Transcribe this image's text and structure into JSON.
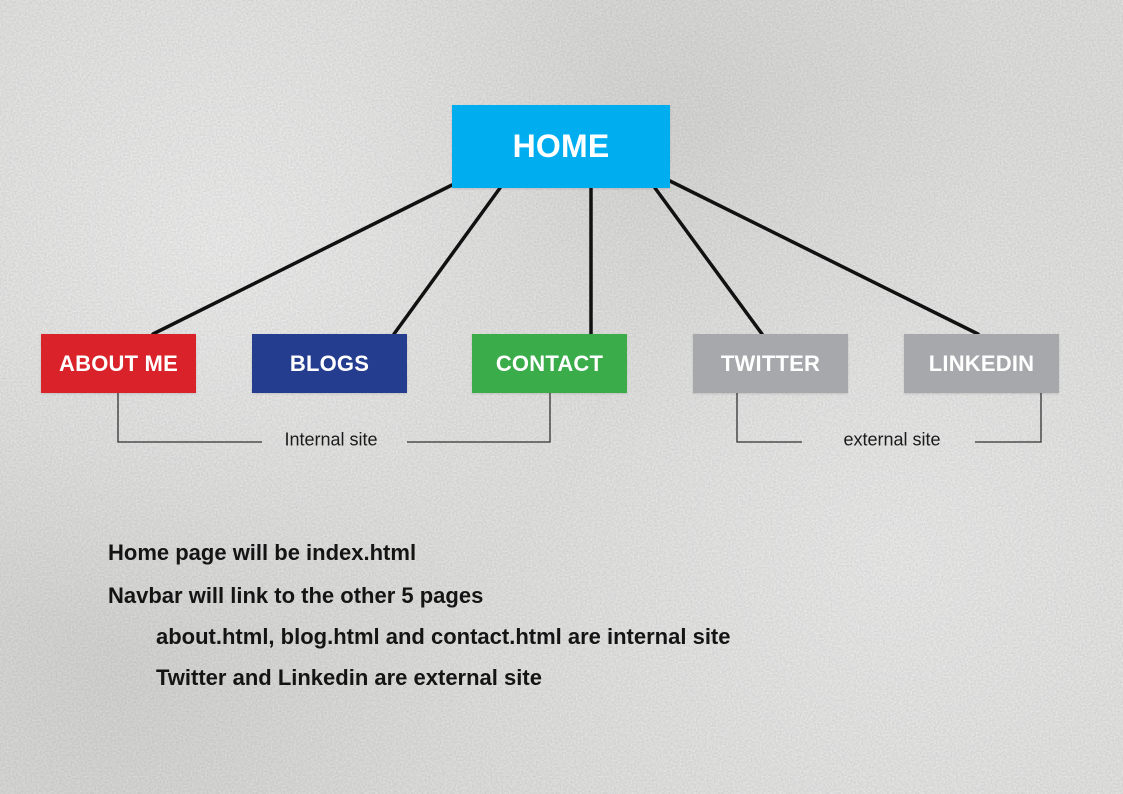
{
  "diagram": {
    "root": {
      "label": "HOME",
      "color": "#00aeef"
    },
    "children": [
      {
        "id": "about",
        "label": "ABOUT ME",
        "color": "#d9222a"
      },
      {
        "id": "blogs",
        "label": "BLOGS",
        "color": "#253d8f"
      },
      {
        "id": "contact",
        "label": "CONTACT",
        "color": "#3aac4a"
      },
      {
        "id": "twitter",
        "label": "TWITTER",
        "color": "#a7a8ab"
      },
      {
        "id": "linkedin",
        "label": "LINKEDIN",
        "color": "#a7a8ab"
      }
    ],
    "groups": {
      "internal": {
        "label": "Internal site",
        "members": [
          "about",
          "blogs",
          "contact"
        ]
      },
      "external": {
        "label": "external site",
        "members": [
          "twitter",
          "linkedin"
        ]
      }
    }
  },
  "notes": [
    "Home page will be index.html",
    "Navbar will link to the other 5 pages",
    "about.html, blog.html and contact.html are internal site",
    "Twitter and Linkedin are external site"
  ]
}
